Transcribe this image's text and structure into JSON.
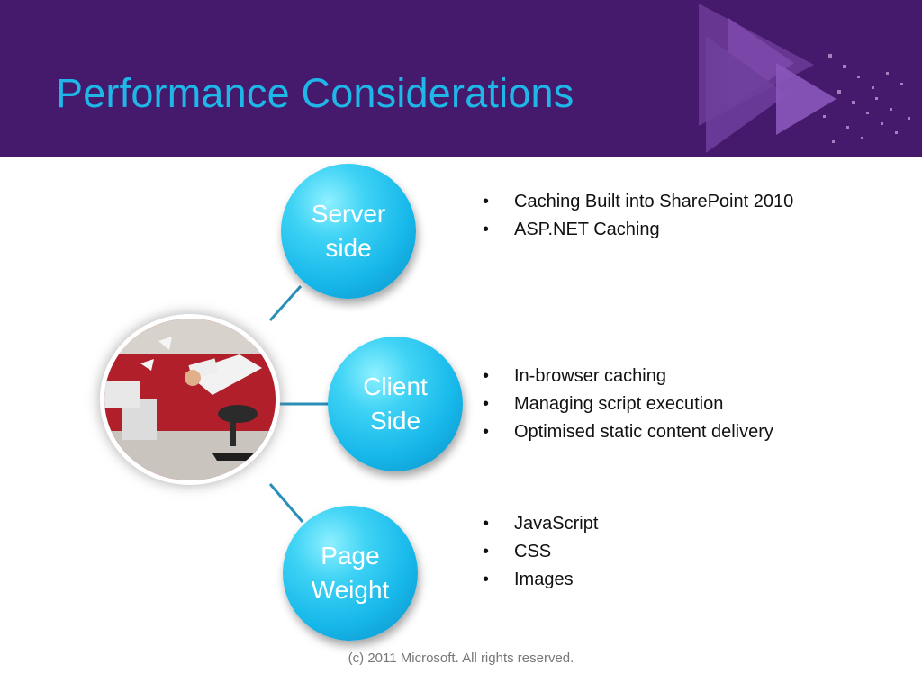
{
  "slide": {
    "title": "Performance Considerations",
    "footer": "(c) 2011 Microsoft. All rights reserved."
  },
  "diagram": {
    "nodes": [
      {
        "label": "Server side",
        "bullets": [
          "Caching Built into SharePoint 2010",
          "ASP.NET Caching"
        ]
      },
      {
        "label": "Client Side",
        "bullets": [
          "In-browser caching",
          "Managing script execution",
          "Optimised static content delivery"
        ]
      },
      {
        "label": "Page Weight",
        "bullets": [
          "JavaScript",
          "CSS",
          "Images"
        ]
      }
    ]
  },
  "colors": {
    "banner": "#45196b",
    "title": "#1fb6e8",
    "bubble": "#17b8ea",
    "connector": "#2a8fb8"
  }
}
